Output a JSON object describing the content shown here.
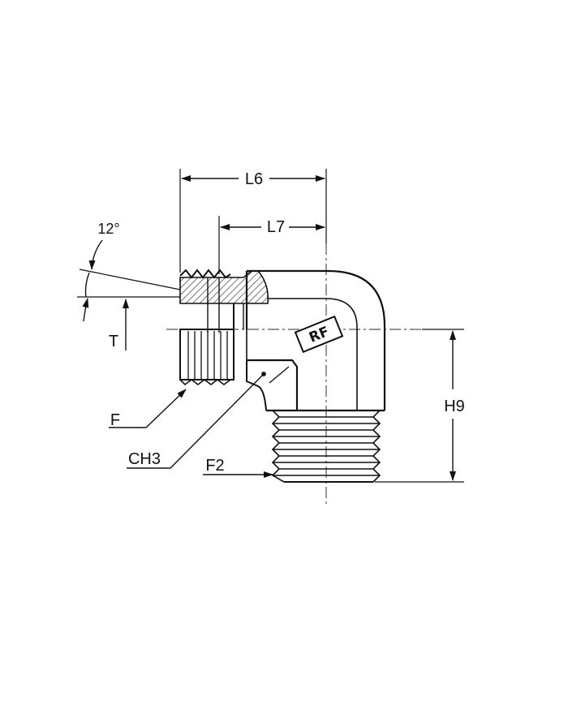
{
  "labels": {
    "l6": "L6",
    "l7": "L7",
    "angle": "12°",
    "t": "T",
    "f": "F",
    "ch3": "CH3",
    "f2": "F2",
    "h9": "H9",
    "logo": "RF"
  },
  "colors": {
    "line": "#111111",
    "centerline": "#555555",
    "background": "#ffffff"
  }
}
